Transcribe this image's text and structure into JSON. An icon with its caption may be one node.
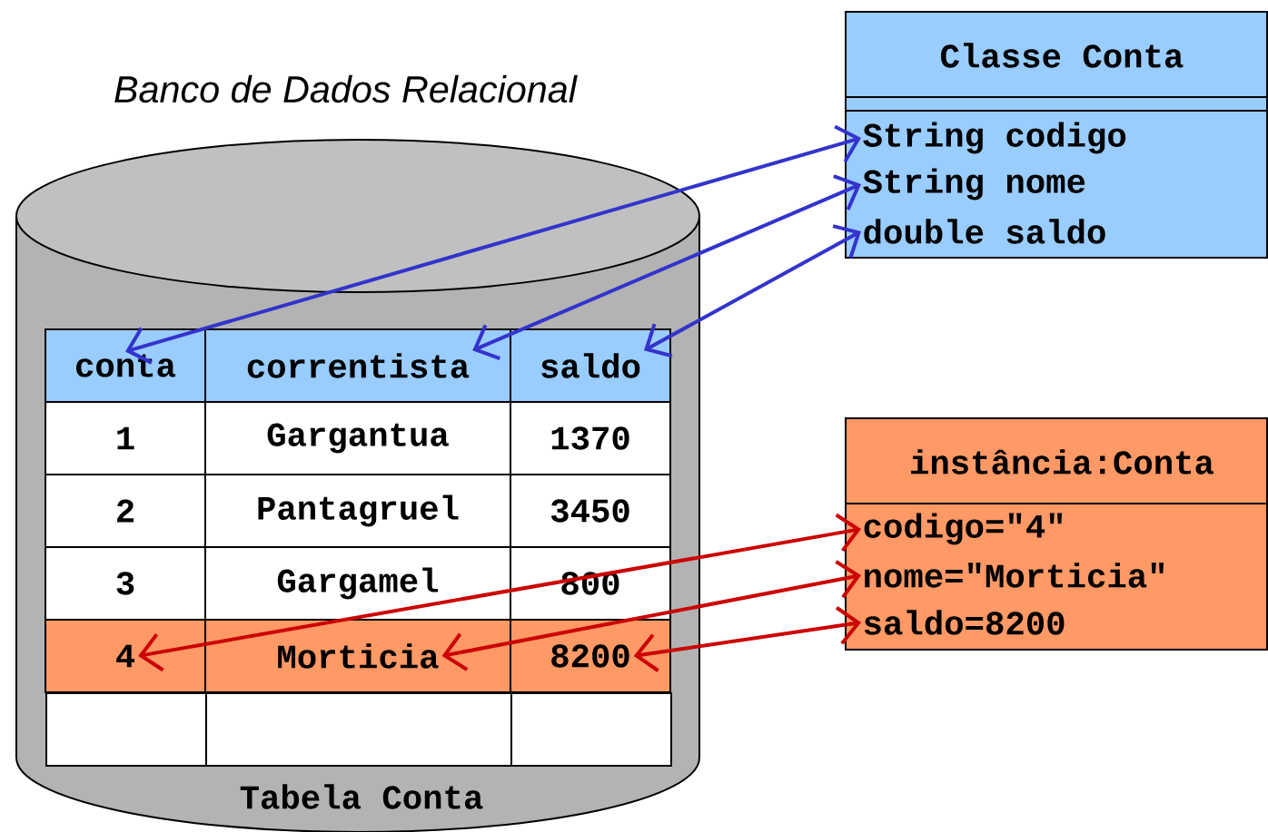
{
  "diagram": {
    "title": "Banco de Dados Relacional",
    "nodes": [
      {
        "text": [
          "Tabela Conta"
        ]
      },
      {
        "text": [
          "conta"
        ],
        "in": 0
      },
      {
        "text": [
          "correntista"
        ],
        "in": 0
      },
      {
        "text": [
          "saldo"
        ],
        "in": 0
      },
      {
        "text": [
          "1"
        ],
        "in": 0
      },
      {
        "text": [
          "Gargantua"
        ],
        "in": 0
      },
      {
        "text": [
          "1370"
        ],
        "in": 0
      },
      {
        "text": [
          "2"
        ],
        "in": 0
      },
      {
        "text": [
          "Pantagruel"
        ],
        "in": 0
      },
      {
        "text": [
          "3450"
        ],
        "in": 0
      },
      {
        "text": [
          "3"
        ],
        "in": 0
      },
      {
        "text": [
          "Gargamel"
        ],
        "in": 0
      },
      {
        "text": [
          "800"
        ],
        "in": 0
      },
      {
        "text": [
          "4"
        ],
        "in": 0
      },
      {
        "text": [
          "Morticia"
        ],
        "in": 0
      },
      {
        "text": [
          "8200"
        ],
        "in": 0
      },
      {
        "text": [],
        "shape": "box",
        "in": 0
      },
      {
        "text": [],
        "shape": "box",
        "in": 0
      },
      {
        "text": [],
        "shape": "box",
        "in": 0
      },
      {
        "text": [
          "Classe Conta"
        ]
      },
      {
        "text": [
          "String codigo"
        ],
        "in": 19
      },
      {
        "text": [
          "String nome"
        ],
        "in": 19
      },
      {
        "text": [
          "double saldo"
        ],
        "in": 19
      },
      {
        "text": [
          "instância:Conta"
        ]
      },
      {
        "text": [
          "codigo=\"4\""
        ],
        "in": 23
      },
      {
        "text": [
          "nome=\"Morticia\""
        ],
        "in": 23
      },
      {
        "text": [
          "saldo=8200"
        ],
        "in": 23
      }
    ],
    "edges": [
      {
        "from": 20,
        "to": 1,
        "arrow": "both",
        "color": "#3333cc"
      },
      {
        "from": 21,
        "to": 2,
        "arrow": "both",
        "color": "#3333cc"
      },
      {
        "from": 22,
        "to": 3,
        "arrow": "both",
        "color": "#3333cc"
      },
      {
        "from": 24,
        "to": 13,
        "arrow": "both",
        "color": "#cc0000"
      },
      {
        "from": 25,
        "to": 14,
        "arrow": "both",
        "color": "#cc0000"
      },
      {
        "from": 26,
        "to": 15,
        "arrow": "both",
        "color": "#cc0000"
      }
    ]
  }
}
